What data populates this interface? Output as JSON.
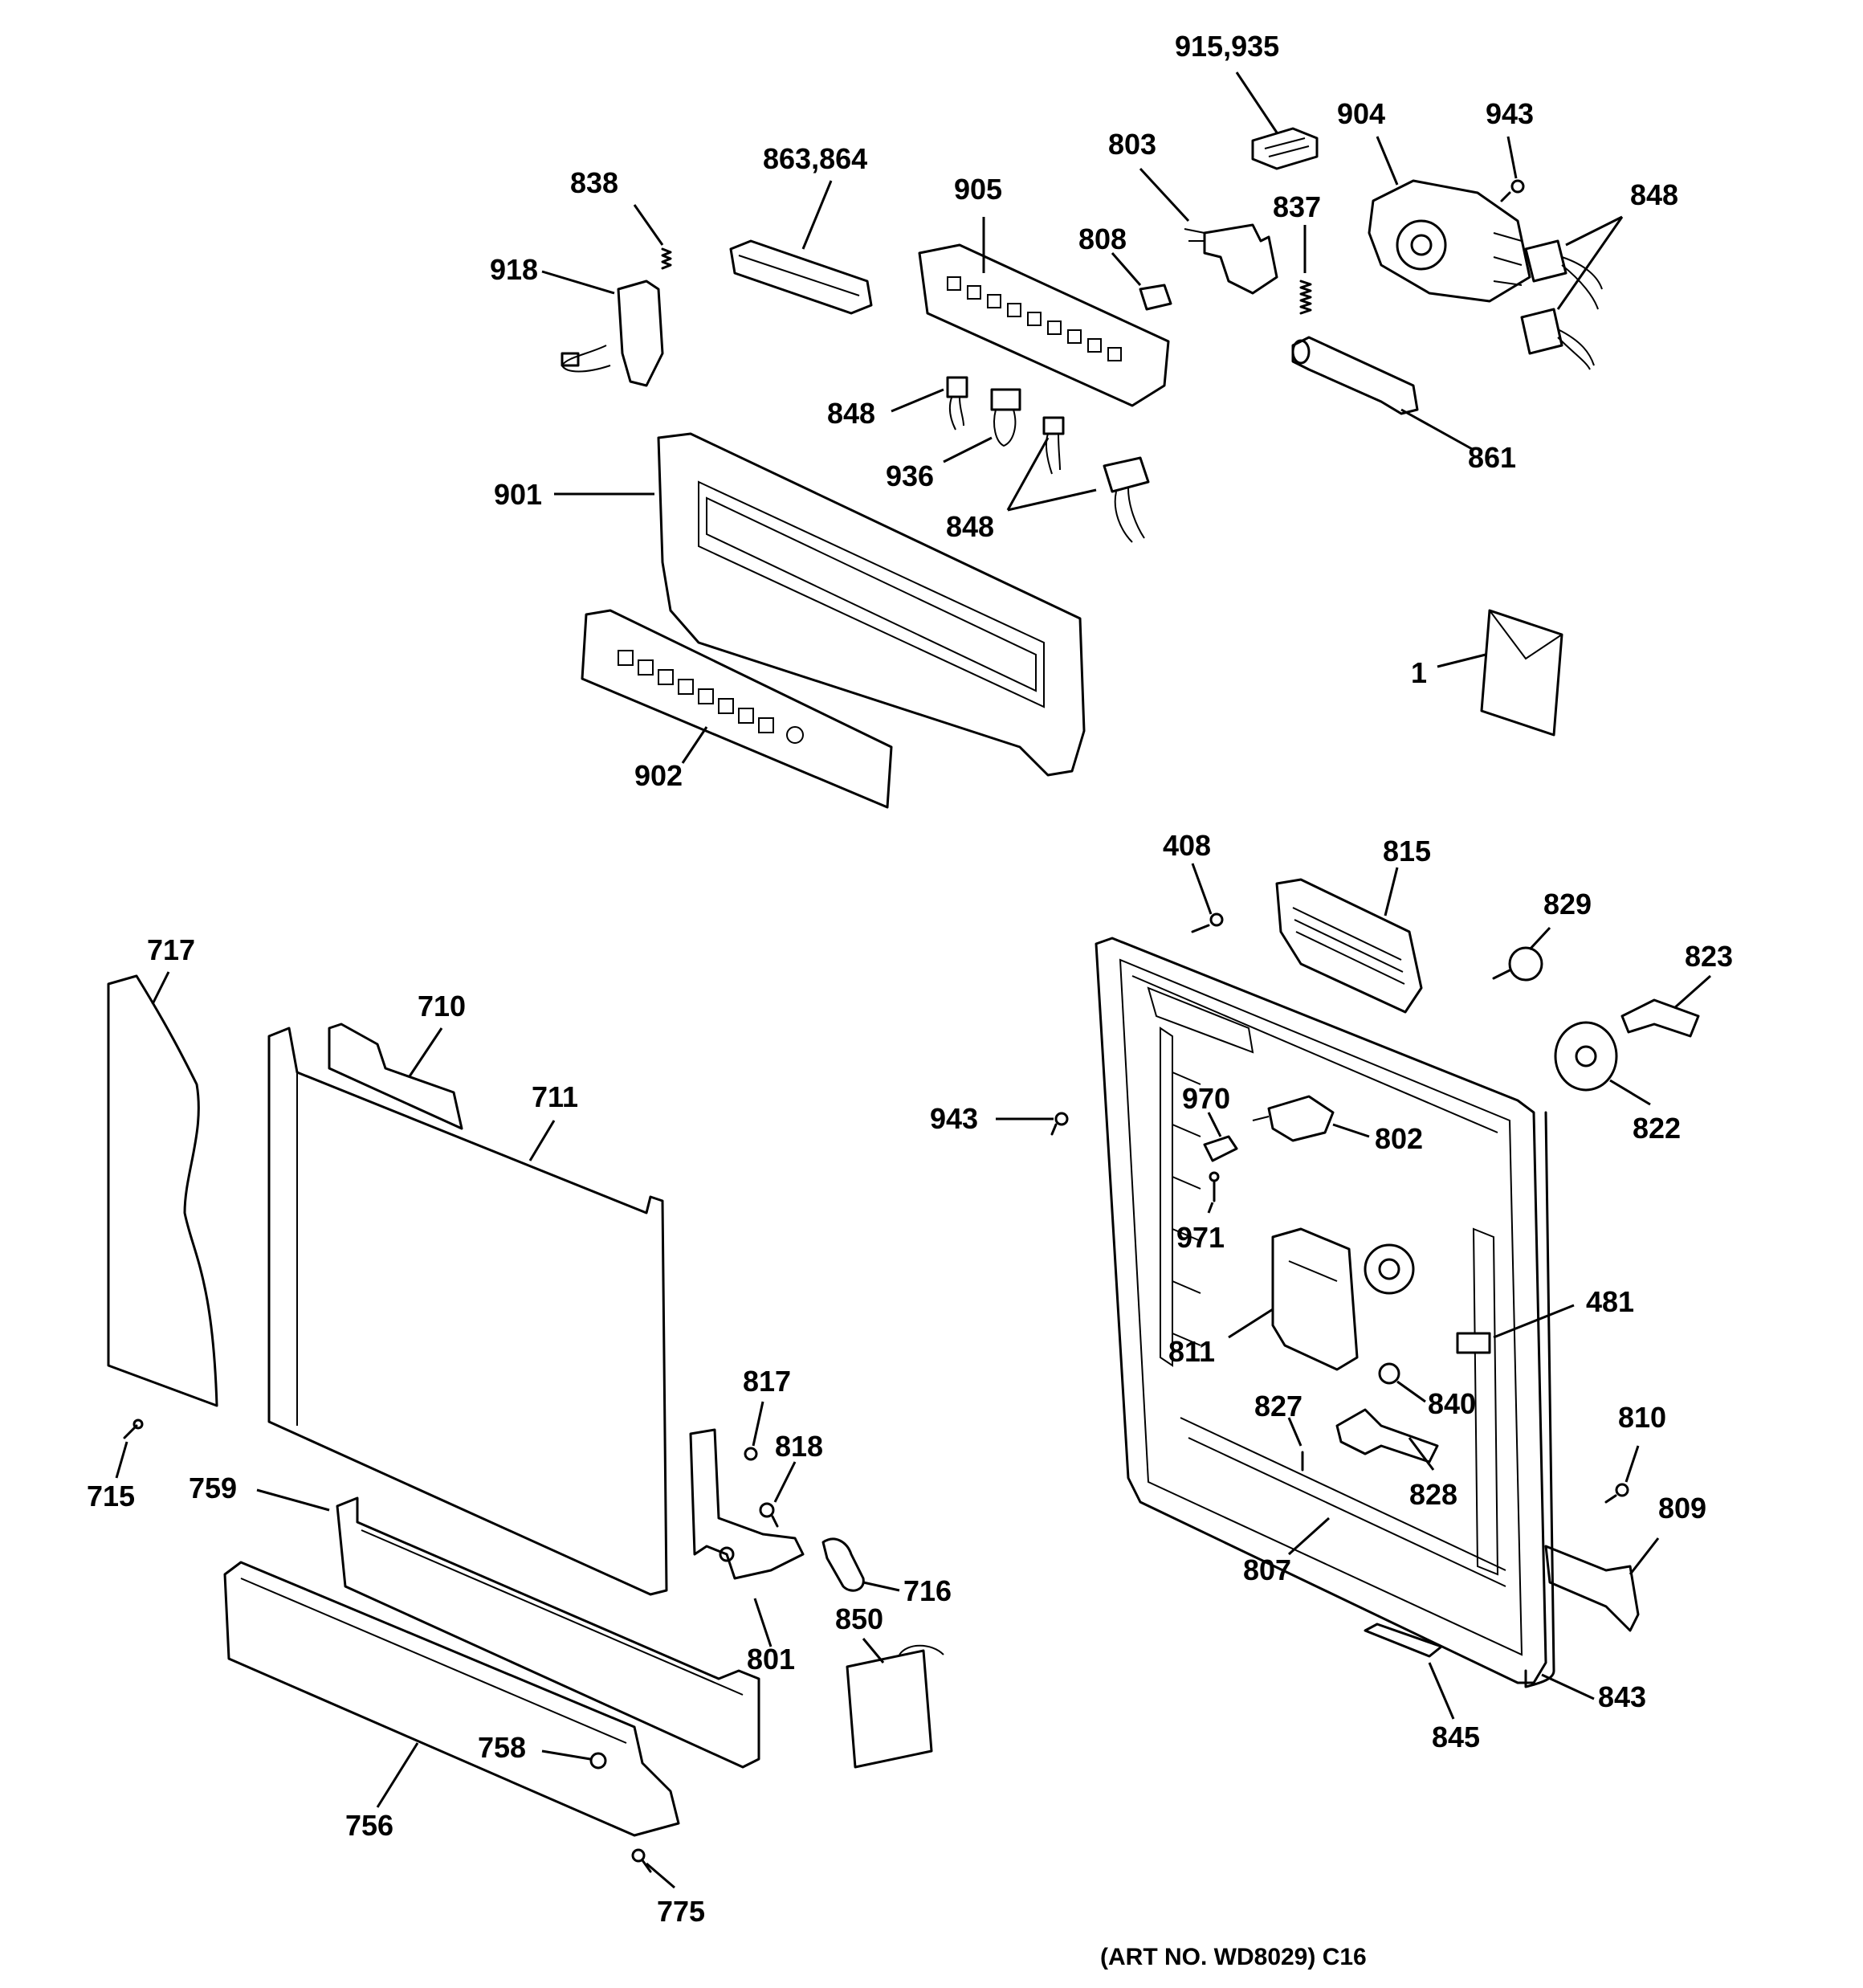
{
  "callouts": {
    "c915_935": "915,935",
    "c904": "904",
    "c943_top": "943",
    "c803": "803",
    "c838": "838",
    "c863_864": "863,864",
    "c905": "905",
    "c837": "837",
    "c848_top_right": "848",
    "c808": "808",
    "c918": "918",
    "c848_mid": "848",
    "c861": "861",
    "c936": "936",
    "c901": "901",
    "c848_lower": "848",
    "c1": "1",
    "c902": "902",
    "c408": "408",
    "c815": "815",
    "c829": "829",
    "c717": "717",
    "c823": "823",
    "c710": "710",
    "c711": "711",
    "c943_mid": "943",
    "c970": "970",
    "c802": "802",
    "c822": "822",
    "c971": "971",
    "c481": "481",
    "c811": "811",
    "c817": "817",
    "c840": "840",
    "c827": "827",
    "c810": "810",
    "c818": "818",
    "c715": "715",
    "c759": "759",
    "c828": "828",
    "c809": "809",
    "c807": "807",
    "c716": "716",
    "c850": "850",
    "c801": "801",
    "c843": "843",
    "c845": "845",
    "c758": "758",
    "c756": "756",
    "c775": "775"
  },
  "caption": "(ART NO. WD8029) C16"
}
